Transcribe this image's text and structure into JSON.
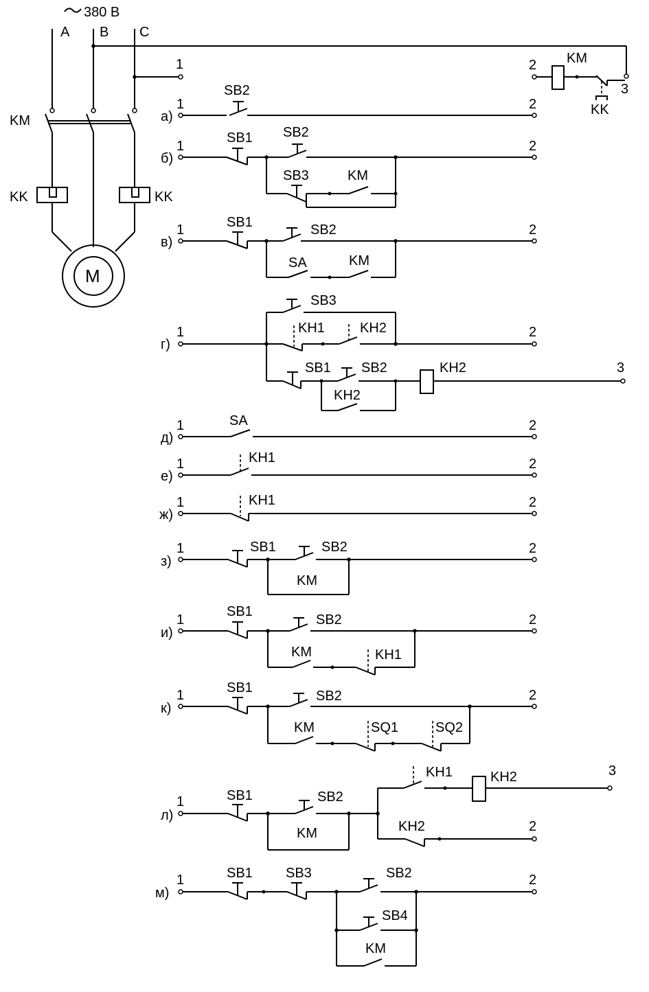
{
  "power": {
    "voltage": "380 В",
    "phases": [
      "A",
      "B",
      "C"
    ],
    "contactor": "KM",
    "relay_left": "KK",
    "relay_right": "KK",
    "motor": "M"
  },
  "coil_circuit": {
    "left_node": "2",
    "right_node": "3",
    "coil": "KM",
    "relay_contact": "KK",
    "supply_node": "1"
  },
  "variants": {
    "a": {
      "letter": "а)",
      "left": "1",
      "right": "2",
      "labels": [
        "SB2"
      ]
    },
    "b": {
      "letter": "б)",
      "left": "1",
      "right": "2",
      "labels": [
        "SB1",
        "SB2",
        "SB3",
        "KM"
      ]
    },
    "v": {
      "letter": "в)",
      "left": "1",
      "right": "2",
      "labels": [
        "SB1",
        "SB2",
        "SA",
        "KM"
      ]
    },
    "g": {
      "letter": "г)",
      "left": "1",
      "right": "2",
      "right2": "3",
      "labels": [
        "SB3",
        "KH1",
        "KH2",
        "SB1",
        "SB2",
        "KH2",
        "KH2"
      ]
    },
    "d": {
      "letter": "д)",
      "left": "1",
      "right": "2",
      "labels": [
        "SA"
      ]
    },
    "e": {
      "letter": "е)",
      "left": "1",
      "right": "2",
      "labels": [
        "KH1"
      ]
    },
    "zh": {
      "letter": "ж)",
      "left": "1",
      "right": "2",
      "labels": [
        "KH1"
      ]
    },
    "z": {
      "letter": "з)",
      "left": "1",
      "right": "2",
      "labels": [
        "SB1",
        "SB2",
        "KM"
      ]
    },
    "i": {
      "letter": "и)",
      "left": "1",
      "right": "2",
      "labels": [
        "SB1",
        "SB2",
        "KM",
        "KH1"
      ]
    },
    "k": {
      "letter": "к)",
      "left": "1",
      "right": "2",
      "labels": [
        "SB1",
        "SB2",
        "KM",
        "SQ1",
        "SQ2"
      ]
    },
    "l": {
      "letter": "л)",
      "left": "1",
      "right": "2",
      "right3": "3",
      "labels": [
        "SB1",
        "SB2",
        "KM",
        "KH1",
        "KH2",
        "KH2"
      ]
    },
    "m": {
      "letter": "м)",
      "left": "1",
      "right": "2",
      "labels": [
        "SB1",
        "SB3",
        "SB2",
        "SB4",
        "KM"
      ]
    }
  }
}
